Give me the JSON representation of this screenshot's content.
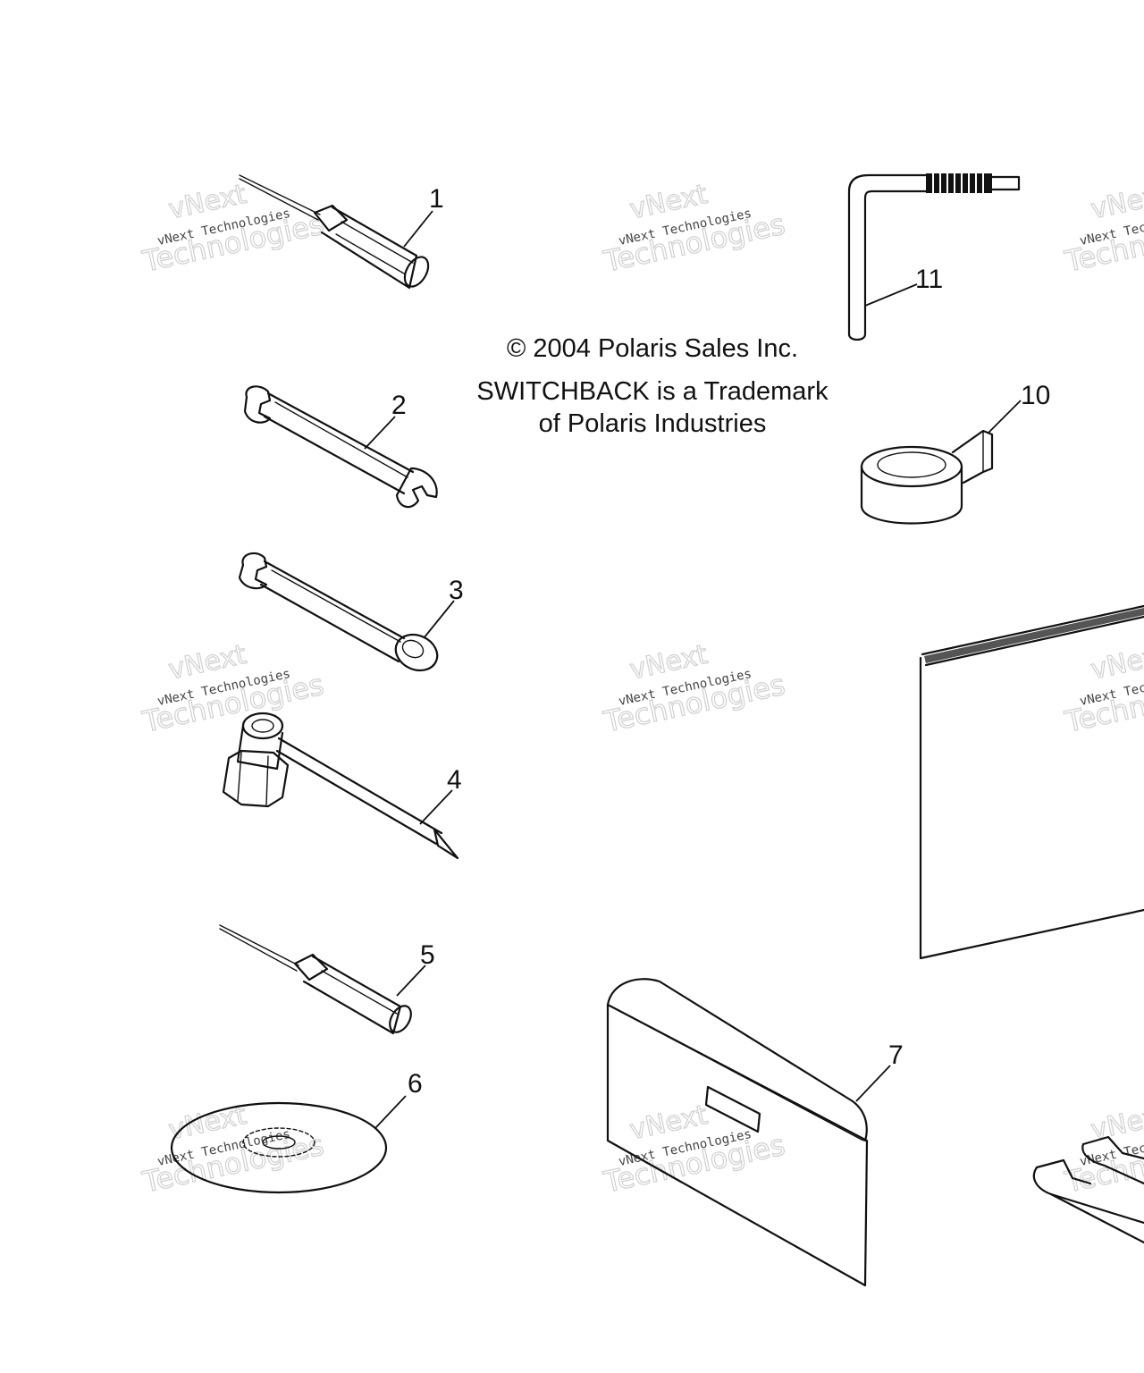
{
  "notice": {
    "copyright": "© 2004 Polaris Sales Inc.",
    "trademark_line1": "SWITCHBACK is a Trademark",
    "trademark_line2": "of Polaris Industries"
  },
  "callouts": [
    "1",
    "2",
    "3",
    "4",
    "5",
    "6",
    "7",
    "10",
    "11"
  ],
  "watermark": {
    "small": "vNext Technologies",
    "large": "Technologies",
    "top": "vNext"
  }
}
